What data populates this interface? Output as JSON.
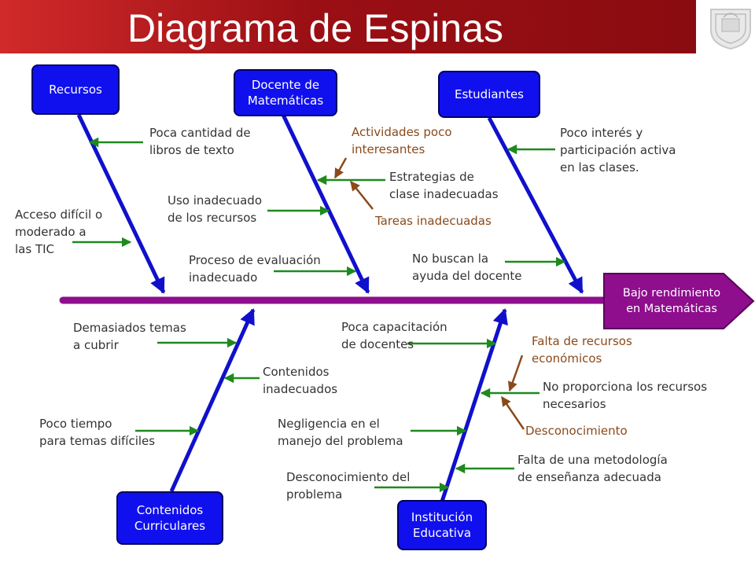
{
  "title": "Diagrama de Espinas",
  "effect": "Bajo rendimiento\nen Matemáticas",
  "categories": {
    "recursos": "Recursos",
    "docente": "Docente de\nMatemáticas",
    "estudiantes": "Estudiantes",
    "contenidos": "Contenidos\nCurriculares",
    "institucion": "Institución\nEducativa"
  },
  "causes": {
    "recursos_1": "Poca cantidad de\nlibros de texto",
    "recursos_2": "Acceso difícil o\nmoderado a\nlas TIC",
    "docente_1": "Actividades poco\ninteresantes",
    "docente_2": "Estrategias de\nclase inadecuadas",
    "docente_3": "Tareas inadecuadas",
    "docente_4": "Uso inadecuado\nde los recursos",
    "docente_5": "Proceso de evaluación\ninadecuado",
    "estudiantes_1": "Poco interés y\nparticipación activa\nen las clases.",
    "estudiantes_2": "No buscan la\nayuda del docente",
    "contenidos_1": "Demasiados temas\na cubrir",
    "contenidos_2": "Contenidos\ninadecuados",
    "contenidos_3": "Poco tiempo\npara temas difíciles",
    "institucion_1": "Poca capacitación\nde docentes",
    "institucion_2": "Falta de recursos\neconómicos",
    "institucion_3": "No proporciona los recursos\nnecesarios",
    "institucion_4": "Desconocimiento",
    "institucion_5": "Negligencia en el\nmanejo del problema",
    "institucion_6": "Falta de una metodología\nde enseñanza adecuada",
    "institucion_7": "Desconocimiento del\nproblema"
  },
  "colors": {
    "title_bar": "#9a0f14",
    "spine": "#8e0e8e",
    "category_box": "#1010ee",
    "bone": "#1010cc",
    "cause_arrow": "#1e8a1e",
    "sub_arrow": "#8a4a1a"
  }
}
